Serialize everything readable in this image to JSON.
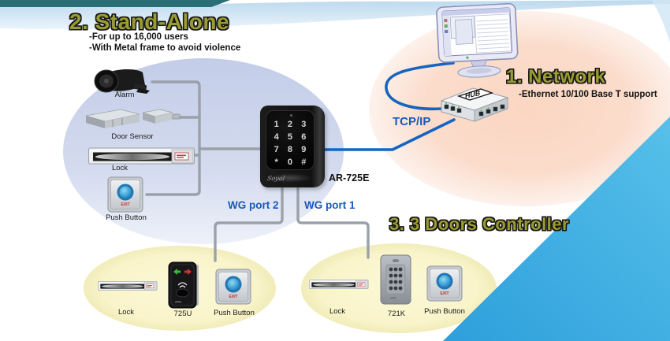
{
  "colors": {
    "title_olive": "#9a9b31",
    "title_outline": "#161616",
    "label_blue": "#1a58bd",
    "cable_blue": "#1565c0",
    "connector_gray": "#9aa1a9",
    "triangle_blue": "#3aa9e0",
    "ellipse_lavender": "#c7d0e9",
    "ellipse_peach": "#fbd8c6",
    "ellipse_yellow": "#faf6cf"
  },
  "sections": {
    "standalone": {
      "title": "2. Stand-Alone",
      "bullet1": "-For up to 16,000 users",
      "bullet2": "-With Metal frame to avoid violence"
    },
    "network": {
      "title": "1. Network",
      "bullet1": "-Ethernet 10/100 Base T support"
    },
    "doors": {
      "title": "3. 3 Doors Controller"
    }
  },
  "labels": {
    "tcpip": "TCP/IP",
    "wg_port_2": "WG port 2",
    "wg_port_1": "WG port 1",
    "hub": "HUB",
    "exit": "EXIT"
  },
  "left_components": {
    "alarm": "Alarm",
    "door_sensor": "Door Sensor",
    "lock": "Lock",
    "push_button": "Push Button"
  },
  "controller": {
    "model": "AR-725E",
    "brand": "Soyal",
    "keys": [
      "1",
      "2",
      "3",
      "4",
      "5",
      "6",
      "7",
      "8",
      "9",
      "*",
      "0",
      "#"
    ]
  },
  "door_group_1": {
    "lock": "Lock",
    "reader": "725U",
    "push_button": "Push Button"
  },
  "door_group_2": {
    "lock": "Lock",
    "reader": "721K",
    "push_button": "Push Button"
  }
}
